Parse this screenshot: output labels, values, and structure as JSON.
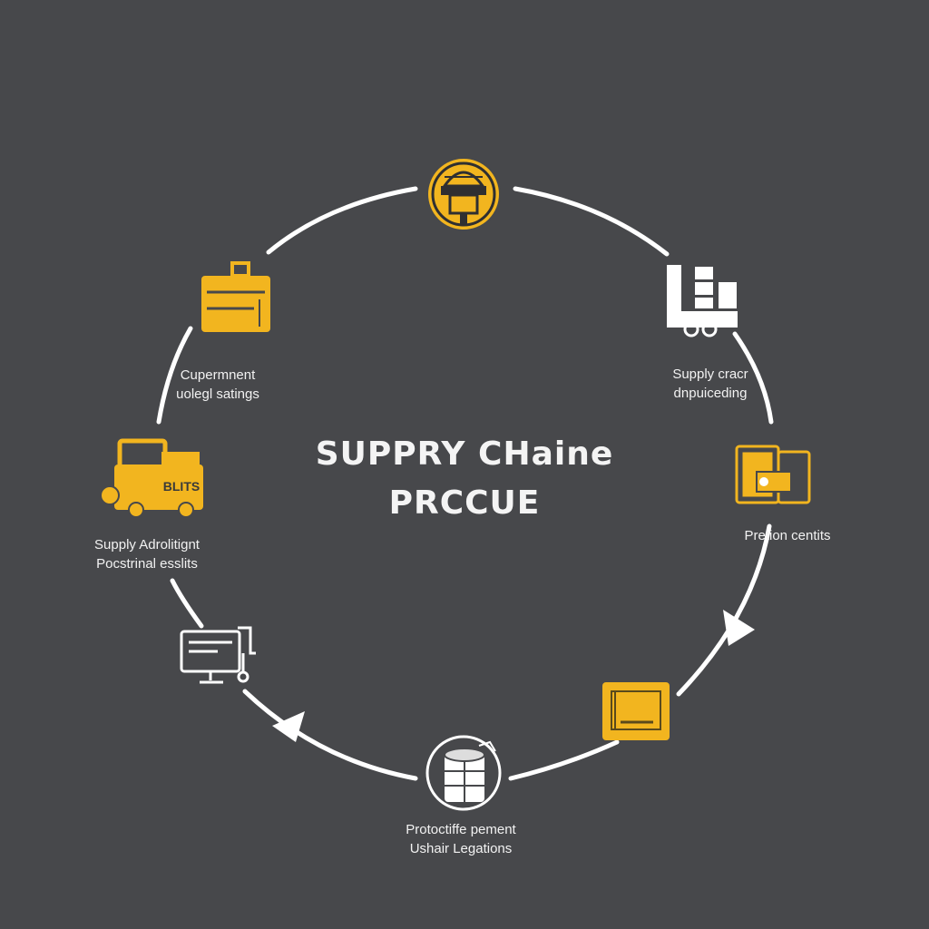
{
  "title": {
    "line1": "SUPPRY CHaine",
    "line2": "PRCCUE"
  },
  "nodes": [
    {
      "id": "top",
      "icon": "gate-icon",
      "color": "#f2b51f"
    },
    {
      "id": "right-upper",
      "icon": "cart-icon",
      "color": "#ffffff",
      "label1": "Supply cracr",
      "label2": "dnpuiceding"
    },
    {
      "id": "right-mid",
      "icon": "device-icon",
      "color": "#f2b51f",
      "label1": "Pretion centits"
    },
    {
      "id": "bottom-right",
      "icon": "box-icon",
      "color": "#f2b51f"
    },
    {
      "id": "bottom",
      "icon": "database-icon",
      "color": "#ffffff",
      "label1": "Protoctiffe pement",
      "label2": "Ushair Legations"
    },
    {
      "id": "left-lower",
      "icon": "computer-icon",
      "color": "#ffffff"
    },
    {
      "id": "left-mid",
      "icon": "forklift-icon",
      "color": "#f2b51f",
      "icon_text": "BLITS",
      "label1": "Supply Adrolitignt",
      "label2": "Pocstrinal esslits"
    },
    {
      "id": "left-upper",
      "icon": "printer-icon",
      "color": "#f2b51f",
      "label1": "Cupermnent",
      "label2": "uolegl satings"
    }
  ],
  "colors": {
    "background": "#47484b",
    "accent": "#f2b51f",
    "line": "#ffffff"
  }
}
